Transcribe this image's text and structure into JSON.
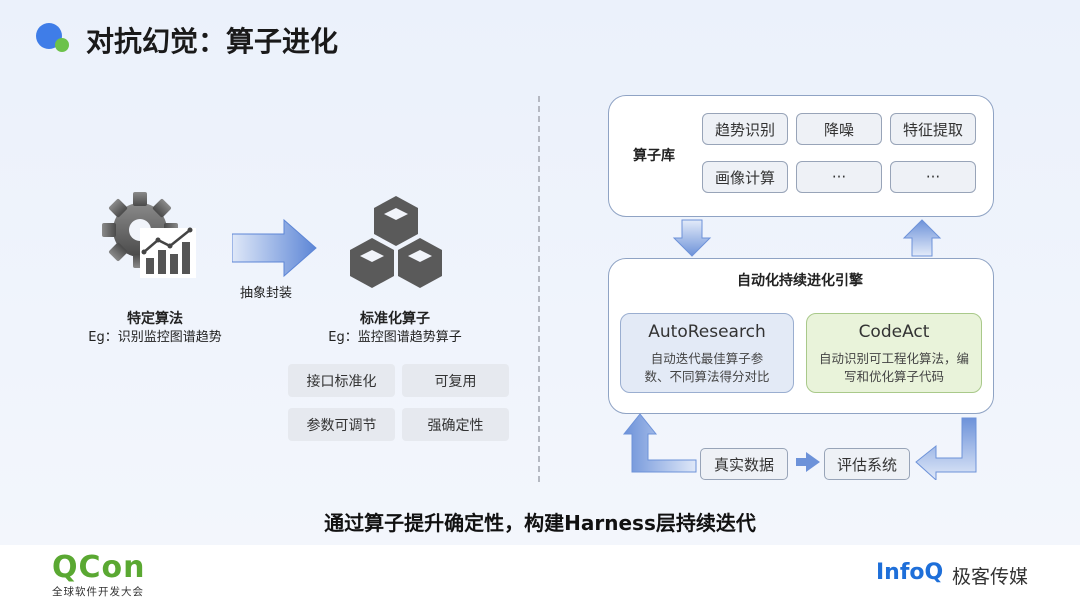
{
  "title": "对抗幻觉：算子进化",
  "left": {
    "specific_algo": {
      "name": "特定算法",
      "example": "Eg：识别监控图谱趋势"
    },
    "arrow_label": "抽象封装",
    "standard_op": {
      "name": "标准化算子",
      "example": "Eg：监控图谱趋势算子"
    },
    "tags": [
      "接口标准化",
      "可复用",
      "参数可调节",
      "强确定性"
    ]
  },
  "operator_library": {
    "label": "算子库",
    "items": [
      "趋势识别",
      "降噪",
      "特征提取",
      "画像计算",
      "···",
      "···"
    ]
  },
  "engine": {
    "title": "自动化持续进化引擎",
    "auto_research": {
      "name": "AutoResearch",
      "desc_line1": "自动迭代最佳算子参",
      "desc_line2": "数、不同算法得分对比"
    },
    "code_act": {
      "name": "CodeAct",
      "desc_line1": "自动识别可工程化算法，编",
      "desc_line2": "写和优化算子代码"
    }
  },
  "loop": {
    "real_data": "真实数据",
    "eval_system": "评估系统"
  },
  "caption": "通过算子提升确定性，构建Harness层持续迭代",
  "footer": {
    "qcon_logo": "QCon",
    "qcon_sub": "全球软件开发大会",
    "infoq_logo": "InfoQ",
    "geek_media": "极客传媒"
  },
  "colors": {
    "accent_blue": "#3f7de8",
    "accent_green": "#6cc24a",
    "auto_research_bg": "#e3eaf6",
    "code_act_bg": "#e9f3da",
    "qcon_green": "#5aa832",
    "infoq_blue": "#1e6fd9"
  }
}
